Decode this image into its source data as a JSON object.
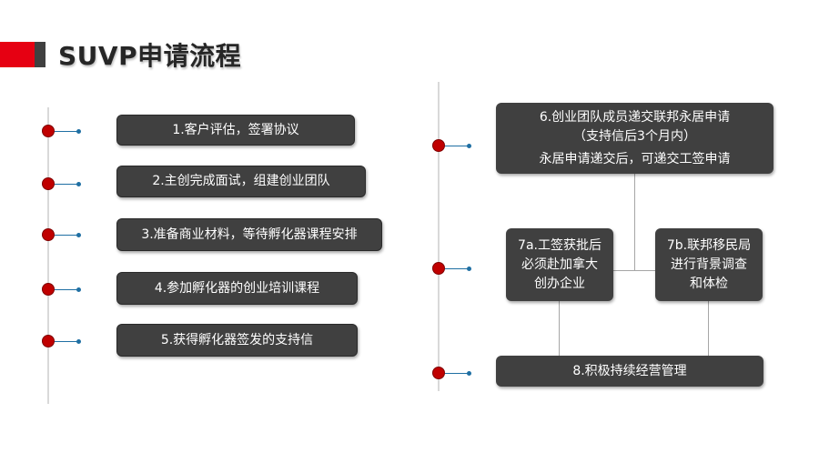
{
  "title": "SUVP申请流程",
  "left_steps": [
    "1.客户评估，签署协议",
    "2.主创完成面试，组建创业团队",
    "3.准备商业材料，等待孵化器课程安排",
    "4.参加孵化器的创业培训课程",
    "5.获得孵化器签发的支持信"
  ],
  "step6": {
    "line1": "6.创业团队成员递交联邦永居申请",
    "line2": "（支持信后3个月内）",
    "line3": "永居申请递交后，可递交工签申请"
  },
  "step7a": {
    "line1": "7a.工签获批后",
    "line2": "必须赴加拿大",
    "line3": "创办企业"
  },
  "step7b": {
    "line1": "7b.联邦移民局",
    "line2": "进行背景调查",
    "line3": "和体检"
  },
  "step8": "8.积极持续经营管理"
}
